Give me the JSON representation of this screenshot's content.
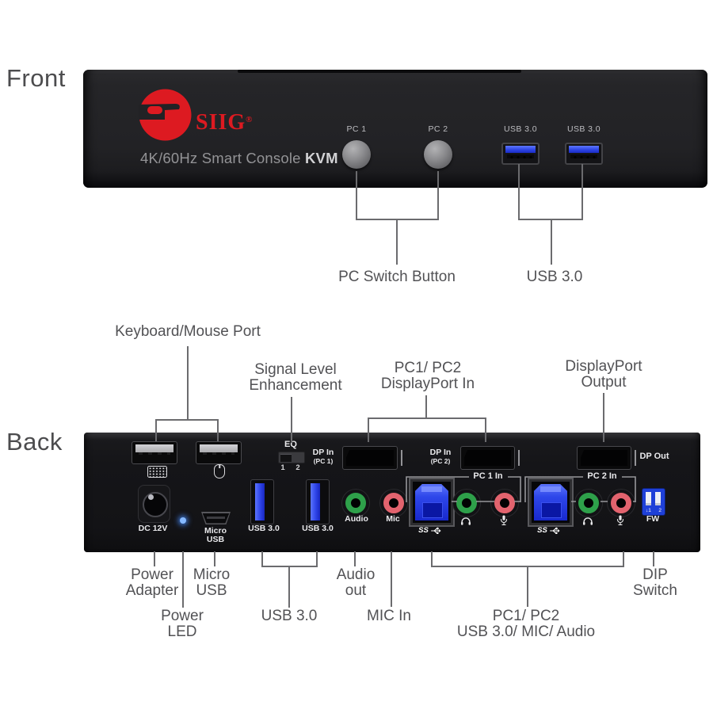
{
  "front": {
    "section_label": "Front",
    "logo_text": "SIIG",
    "logo_reg": "®",
    "title": "4K/60Hz Smart Console ",
    "title_bold": "KVM",
    "pc1_label": "PC 1",
    "pc2_label": "PC 2",
    "usb1_label": "USB 3.0",
    "usb2_label": "USB 3.0",
    "callout_pc_switch": "PC Switch Button",
    "callout_usb": "USB 3.0"
  },
  "back": {
    "section_label": "Back",
    "callouts_top": {
      "keyboard_mouse": "Keyboard/Mouse Port",
      "signal_line1": "Signal Level",
      "signal_line2": "Enhancement",
      "dpin_line1": "PC1/ PC2",
      "dpin_line2": "DisplayPort In",
      "dpout_line1": "DisplayPort",
      "dpout_line2": "Output"
    },
    "panel": {
      "eq": "EQ",
      "eq1": "1",
      "eq2": "2",
      "dpin1_line1": "DP In",
      "dpin1_line2": "(PC 1)",
      "dpin2_line1": "DP In",
      "dpin2_line2": "(PC 2)",
      "dpout": "DP Out",
      "dc": "DC 12V",
      "micro_line1": "Micro",
      "micro_line2": "USB",
      "usb3_1": "USB 3.0",
      "usb3_2": "USB 3.0",
      "audio": "Audio",
      "mic": "Mic",
      "pc1in": "PC 1 In",
      "pc2in": "PC 2 In",
      "ss1": "SS",
      "ss2": "SS",
      "dip1": "1",
      "dip2": "2",
      "dip_arrow": "↓",
      "fw": "FW"
    },
    "callouts_bottom": {
      "power_line1": "Power",
      "power_line2": "Adapter",
      "led_line1": "Power",
      "led_line2": "LED",
      "micro_line1": "Micro",
      "micro_line2": "USB",
      "usb3": "USB 3.0",
      "audio_line1": "Audio",
      "audio_line2": "out",
      "mic": "MIC In",
      "pcgroup_line1": "PC1/ PC2",
      "pcgroup_line2": "USB 3.0/ MIC/ Audio",
      "dip_line1": "DIP",
      "dip_line2": "Switch"
    }
  },
  "colors": {
    "brand_red": "#dd1a21",
    "usb_blue": "#2e47ea",
    "audio_green": "#2ea04a",
    "mic_pink": "#e2636e",
    "dip_blue": "#1e40d8",
    "callout_gray": "#525255"
  }
}
